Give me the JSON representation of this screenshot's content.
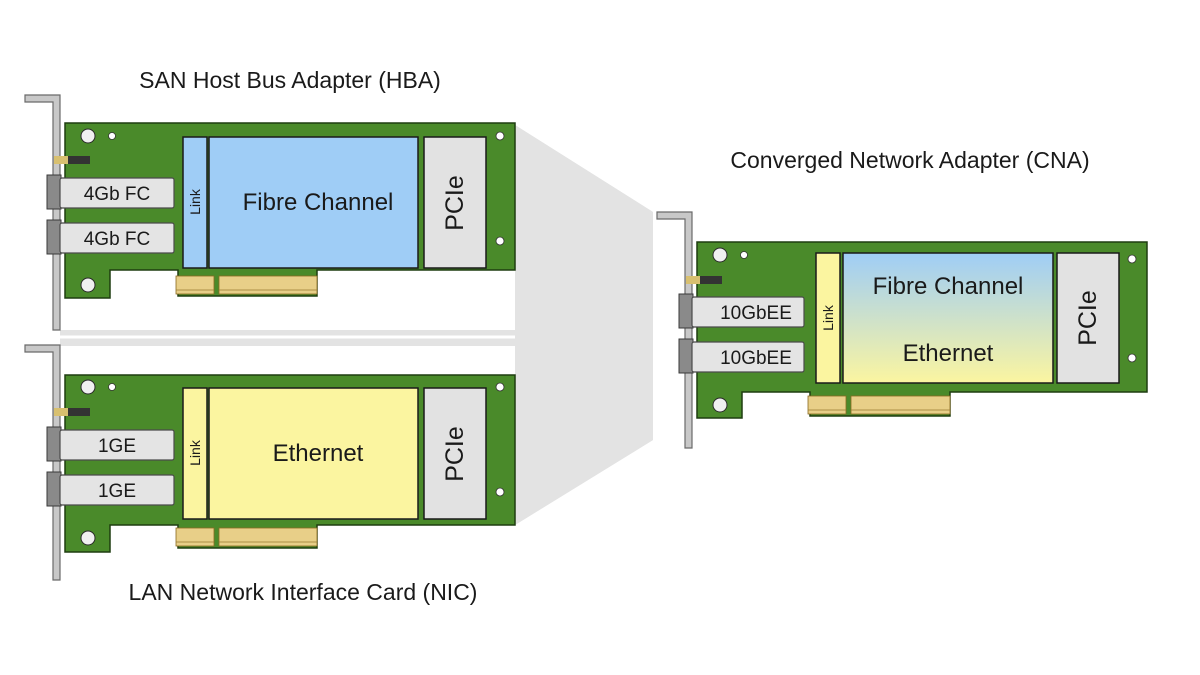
{
  "hba": {
    "title": "SAN Host Bus Adapter (HBA)",
    "ports": [
      "4Gb FC",
      "4Gb FC"
    ],
    "link_label": "Link",
    "chip_label": "Fibre Channel",
    "bus_label": "PCIe",
    "chip_color": "#9fcdf6"
  },
  "nic": {
    "title": "LAN Network Interface Card (NIC)",
    "ports": [
      "1GE",
      "1GE"
    ],
    "link_label": "Link",
    "chip_label": "Ethernet",
    "bus_label": "PCIe",
    "chip_color": "#fbf5a0"
  },
  "cna": {
    "title": "Converged Network Adapter (CNA)",
    "ports": [
      "10GbEE",
      "10GbEE"
    ],
    "link_label": "Link",
    "chip_label_top": "Fibre Channel",
    "chip_label_bottom": "Ethernet",
    "bus_label": "PCIe",
    "chip_gradient": [
      "#9fcdf6",
      "#fbf5a0"
    ]
  },
  "colors": {
    "pcb": "#4a8a2a",
    "link_strip": "#fbf5a0",
    "pcie_block": "#e2e2e2",
    "convergence_shade": "#e3e3e3"
  }
}
